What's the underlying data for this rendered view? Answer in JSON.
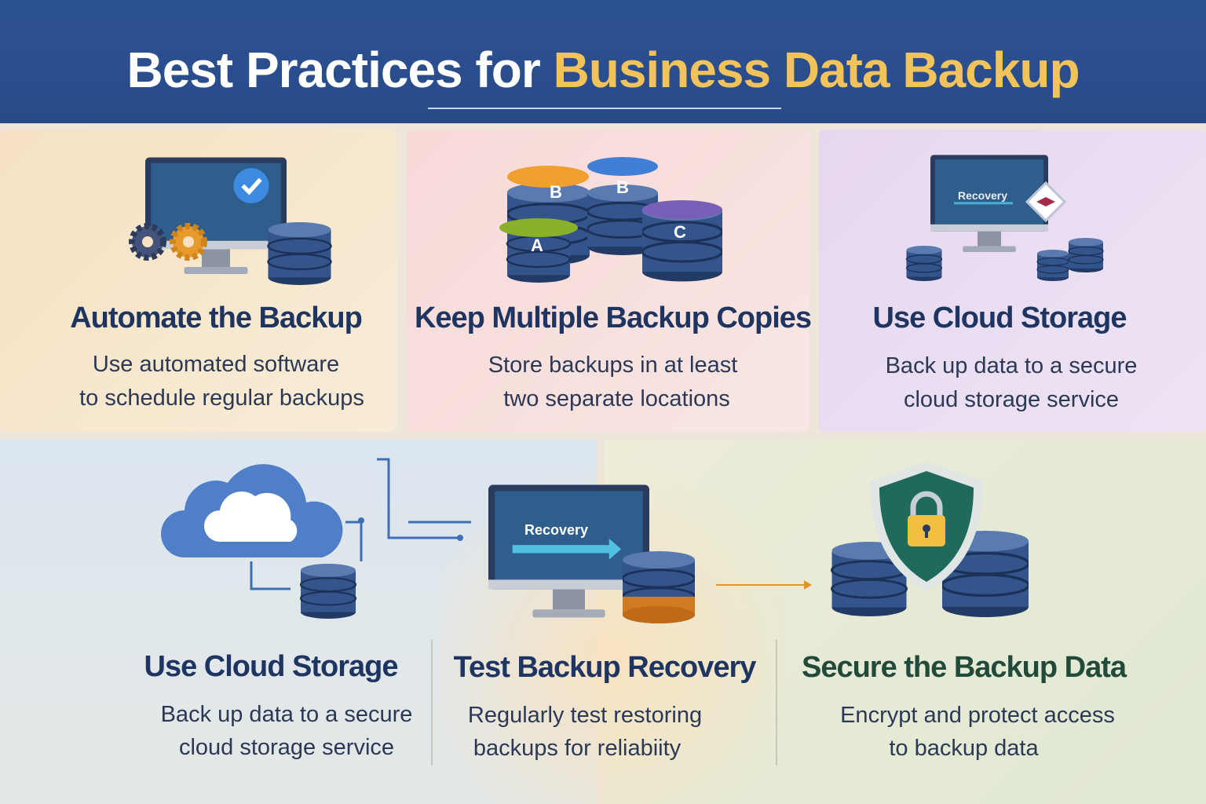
{
  "header": {
    "title_main": "Best Practices for ",
    "title_highlight": "Business Data Backup"
  },
  "cards": [
    {
      "title": "Automate the Backup",
      "lines": [
        "Use automated software",
        "to schedule regular backups"
      ]
    },
    {
      "title": "Keep Multiple Backup Copies",
      "lines": [
        "Store backups in at least",
        "two separate locations"
      ],
      "labels": [
        "A",
        "B",
        "B",
        "C"
      ]
    },
    {
      "title": "Use Cloud Storage",
      "lines": [
        "Back up data to a secure",
        "cloud storage service"
      ],
      "screen_label": "Recovery"
    },
    {
      "title": "Use Cloud Storage",
      "lines": [
        "Back up data to a secure",
        "cloud storage service"
      ]
    },
    {
      "title": "Test Backup Recovery",
      "lines": [
        "Regularly test restoring",
        "backups for reliabiity"
      ],
      "screen_label": "Recovery"
    },
    {
      "title": "Secure the Backup Data",
      "lines": [
        "Encrypt and protect access",
        "to backup data"
      ]
    }
  ],
  "colors": {
    "header": "#2d5294",
    "accent": "#f2c35a",
    "title_text": "#1f3561"
  }
}
